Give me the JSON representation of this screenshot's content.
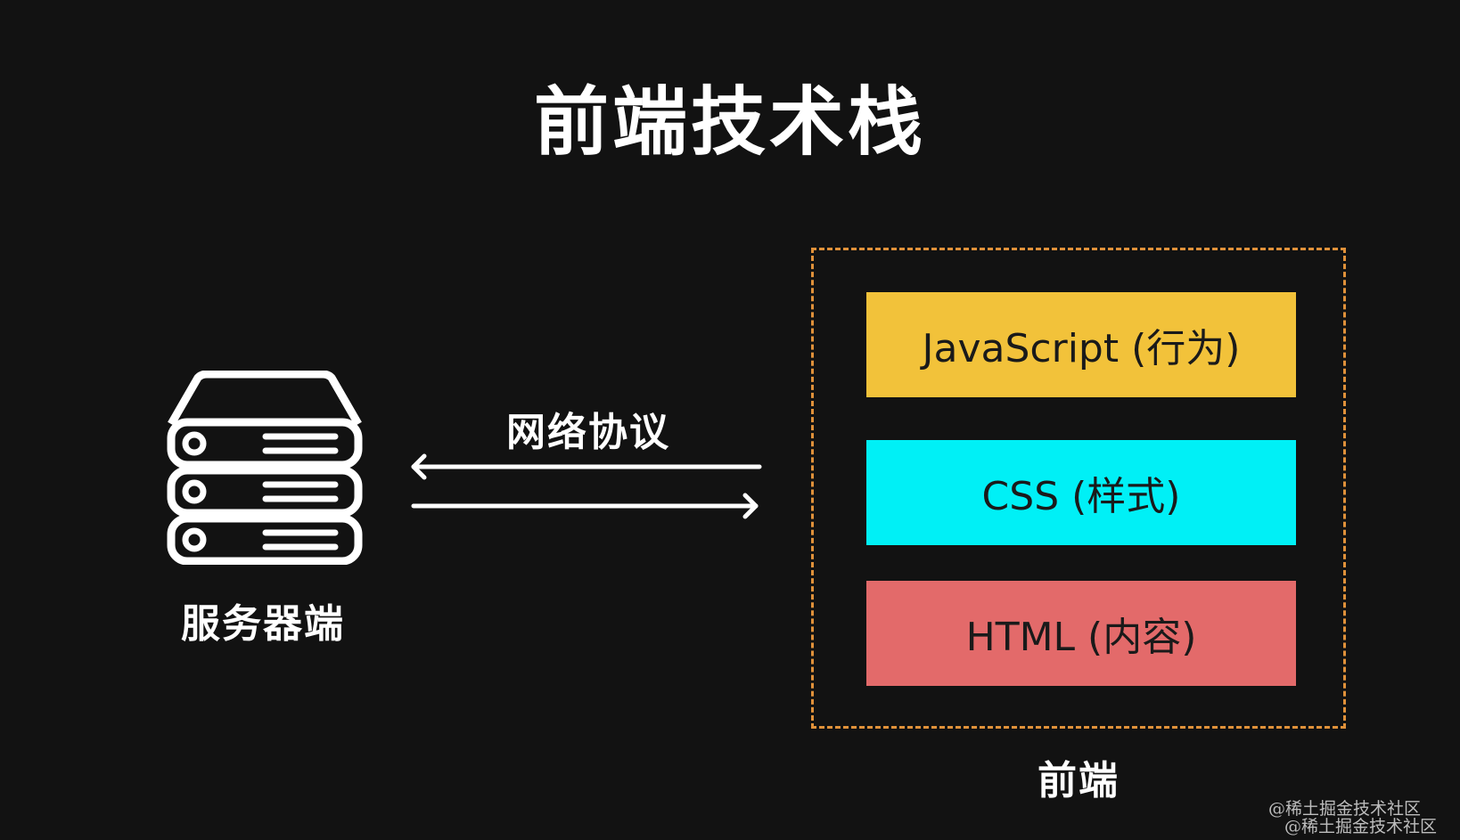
{
  "title": "前端技术栈",
  "server": {
    "label": "服务器端",
    "icon": "server-stack-icon"
  },
  "network": {
    "label": "网络协议",
    "arrows": [
      "arrow-left-icon",
      "arrow-right-icon"
    ]
  },
  "frontend": {
    "label": "前端",
    "border_color": "#e0913a",
    "layers": [
      {
        "label": "JavaScript (行为)",
        "color": "#f2c23a"
      },
      {
        "label": "CSS (样式)",
        "color": "#00f0f6"
      },
      {
        "label": "HTML (内容)",
        "color": "#e36a6a"
      }
    ]
  },
  "watermark": [
    "@稀土掘金技术社区",
    "@稀土掘金技术社区"
  ]
}
